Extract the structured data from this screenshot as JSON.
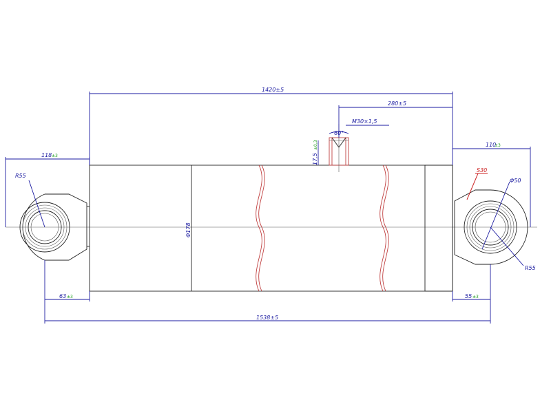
{
  "dimensions": {
    "overall_top": {
      "value": "1420±5"
    },
    "port_offset": {
      "value": "280±5"
    },
    "thread": {
      "value": "M30×1,5"
    },
    "angle": {
      "value": "60°"
    },
    "port_depth": {
      "value": "17,5",
      "tol": "±0,3"
    },
    "left_clevis": {
      "value": "118",
      "tol": "±3"
    },
    "right_clevis": {
      "value": "110",
      "tol": "±3"
    },
    "diameter_body": {
      "value": "Φ178"
    },
    "left_bottom": {
      "value": "63",
      "tol": "±3"
    },
    "right_bottom": {
      "value": "55",
      "tol": "±3"
    },
    "overall_bottom": {
      "value": "1538±5"
    },
    "radius_left": {
      "value": "R55"
    },
    "radius_right": {
      "value": "R55"
    },
    "hole_dia": {
      "value": "Φ50"
    },
    "right_note": {
      "value": "S30"
    }
  },
  "colors": {
    "dimension": "#1a1aa0",
    "tolerance": "#1a9a1a",
    "break_line": "#c04040",
    "annotation": "#cc2222"
  }
}
